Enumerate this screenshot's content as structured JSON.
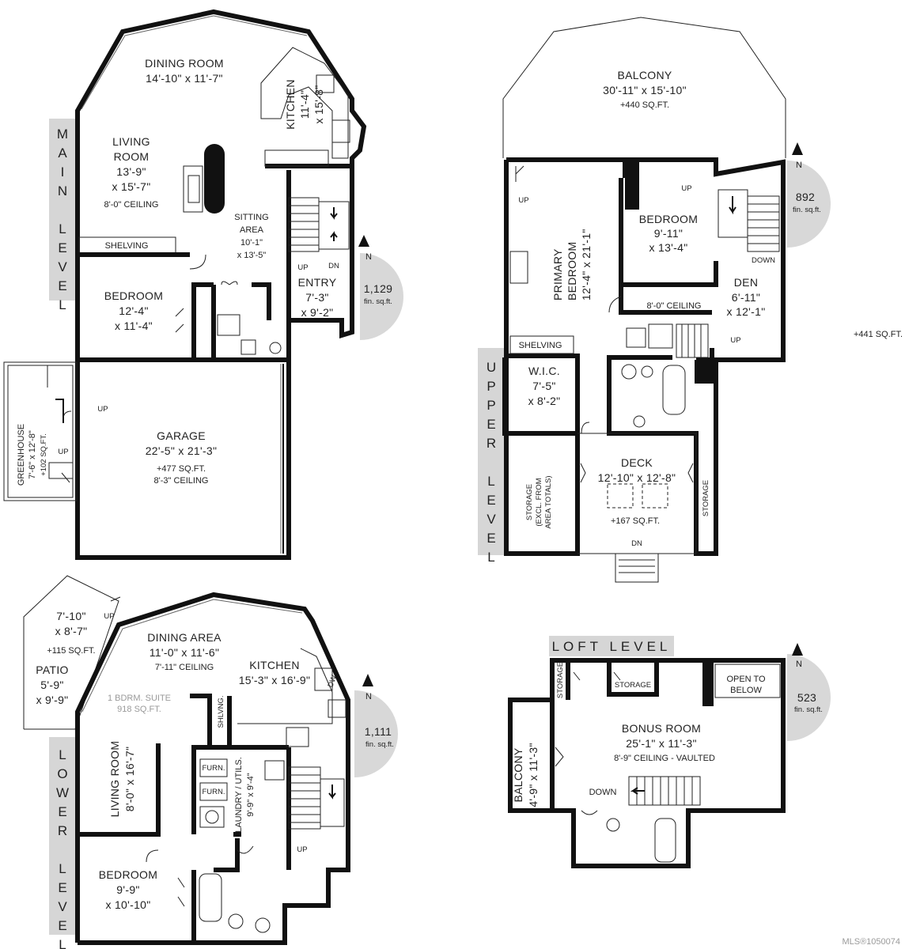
{
  "levels": {
    "main": {
      "label": "MAIN LEVEL",
      "area": "1,129",
      "area_unit": "fin. sq.ft.",
      "rooms": {
        "dining": {
          "name": "DINING ROOM",
          "dims": "14'-10\" x 11'-7\""
        },
        "living": {
          "name1": "LIVING",
          "name2": "ROOM",
          "dim1": "13'-9\"",
          "dim2": "x 15'-7\""
        },
        "ceiling": "8'-0\" CEILING",
        "kitchen": {
          "name": "KITCHEN",
          "dim1": "11'-4\"",
          "dim2": "x 15'-8\""
        },
        "sitting": {
          "name1": "SITTING",
          "name2": "AREA",
          "dim1": "10'-1\"",
          "dim2": "x 13'-5\""
        },
        "shelving": "SHELVING",
        "bedroom": {
          "name": "BEDROOM",
          "dim1": "12'-4\"",
          "dim2": "x 11'-4\""
        },
        "entry": {
          "name": "ENTRY",
          "dim1": "7'-3\"",
          "dim2": "x 9'-2\""
        },
        "up": "UP",
        "dn": "DN",
        "greenhouse": {
          "name": "GREENHOUSE",
          "dims": "7'-6\" x 12'-8\"",
          "sqft": "+102 SQ.FT."
        },
        "garage": {
          "name": "GARAGE",
          "dims": "22'-5\" x 21'-3\"",
          "sqft": "+477 SQ.FT.",
          "ceiling": "8'-3\" CEILING"
        },
        "gh_up": "UP",
        "gh_up2": "UP"
      }
    },
    "upper": {
      "label": "UPPER LEVEL",
      "area": "892",
      "area_unit": "fin. sq.ft.",
      "extra_sqft": "+441 SQ.FT.",
      "rooms": {
        "balcony": {
          "name": "BALCONY",
          "dims": "30'-11\" x 15'-10\"",
          "sqft": "+440 SQ.FT."
        },
        "primary": {
          "name1": "PRIMARY",
          "name2": "BEDROOM",
          "dims": "12'-4\" x 21'-1\""
        },
        "bedroom": {
          "name": "BEDROOM",
          "dim1": "9'-11\"",
          "dim2": "x 13'-4\""
        },
        "den": {
          "name": "DEN",
          "dim1": "6'-11\"",
          "dim2": "x 12'-1\""
        },
        "ceiling": "8'-0\" CEILING",
        "shelving": "SHELVING",
        "wic": {
          "name": "W.I.C.",
          "dim1": "7'-5\"",
          "dim2": "x 8'-2\""
        },
        "deck": {
          "name": "DECK",
          "dims": "12'-10\" x 12'-8\"",
          "sqft": "+167 SQ.FT."
        },
        "storage_left": {
          "l1": "STORAGE",
          "l2": "(EXCL. FROM",
          "l3": "AREA TOTALS)"
        },
        "storage_right": "STORAGE",
        "up1": "UP",
        "up2": "UP",
        "up3": "UP",
        "down": "DOWN",
        "dn": "DN"
      }
    },
    "lower": {
      "label": "LOWER LEVEL",
      "area": "1,111",
      "area_unit": "fin. sq.ft.",
      "rooms": {
        "patio": {
          "dim1": "7'-10\"",
          "dim2": "x 8'-7\"",
          "sqft": "+115 SQ.FT.",
          "name": "PATIO",
          "dim3": "5'-9\"",
          "dim4": "x 9'-9\""
        },
        "up_patio": "UP",
        "dining": {
          "name": "DINING AREA",
          "dims": "11'-0\" x 11'-6\"",
          "ceiling": "7'-11\" CEILING"
        },
        "kitchen": {
          "name": "KITCHEN",
          "dims": "15'-3\" x 16'-9\""
        },
        "suite": {
          "l1": "1 BDRM. SUITE",
          "l2": "918 SQ.FT."
        },
        "shlvng": "SHLVNG.",
        "dw": "DW",
        "living": {
          "name": "LIVING ROOM",
          "dims": "8'-0\" x 16'-7\""
        },
        "laundry": {
          "name": "LAUNDRY / UTILS.",
          "dims": "9'-9\" x 9'-4\""
        },
        "furn1": "FURN.",
        "furn2": "FURN.",
        "bedroom": {
          "name": "BEDROOM",
          "dim1": "9'-9\"",
          "dim2": "x 10'-10\""
        },
        "up": "UP"
      }
    },
    "loft": {
      "label": "LOFT LEVEL",
      "area": "523",
      "area_unit": "fin. sq.ft.",
      "rooms": {
        "storage1": "STORAGE",
        "storage2": "STORAGE",
        "open": {
          "l1": "OPEN TO",
          "l2": "BELOW"
        },
        "bonus": {
          "name": "BONUS ROOM",
          "dims": "25'-1\" x 11'-3\"",
          "ceiling": "8'-9\" CEILING - VAULTED"
        },
        "balcony": {
          "name": "BALCONY",
          "dims": "4'-9\" x 11'-3\""
        },
        "down": "DOWN"
      }
    }
  },
  "compass": "N",
  "mls": "MLS®1050074"
}
